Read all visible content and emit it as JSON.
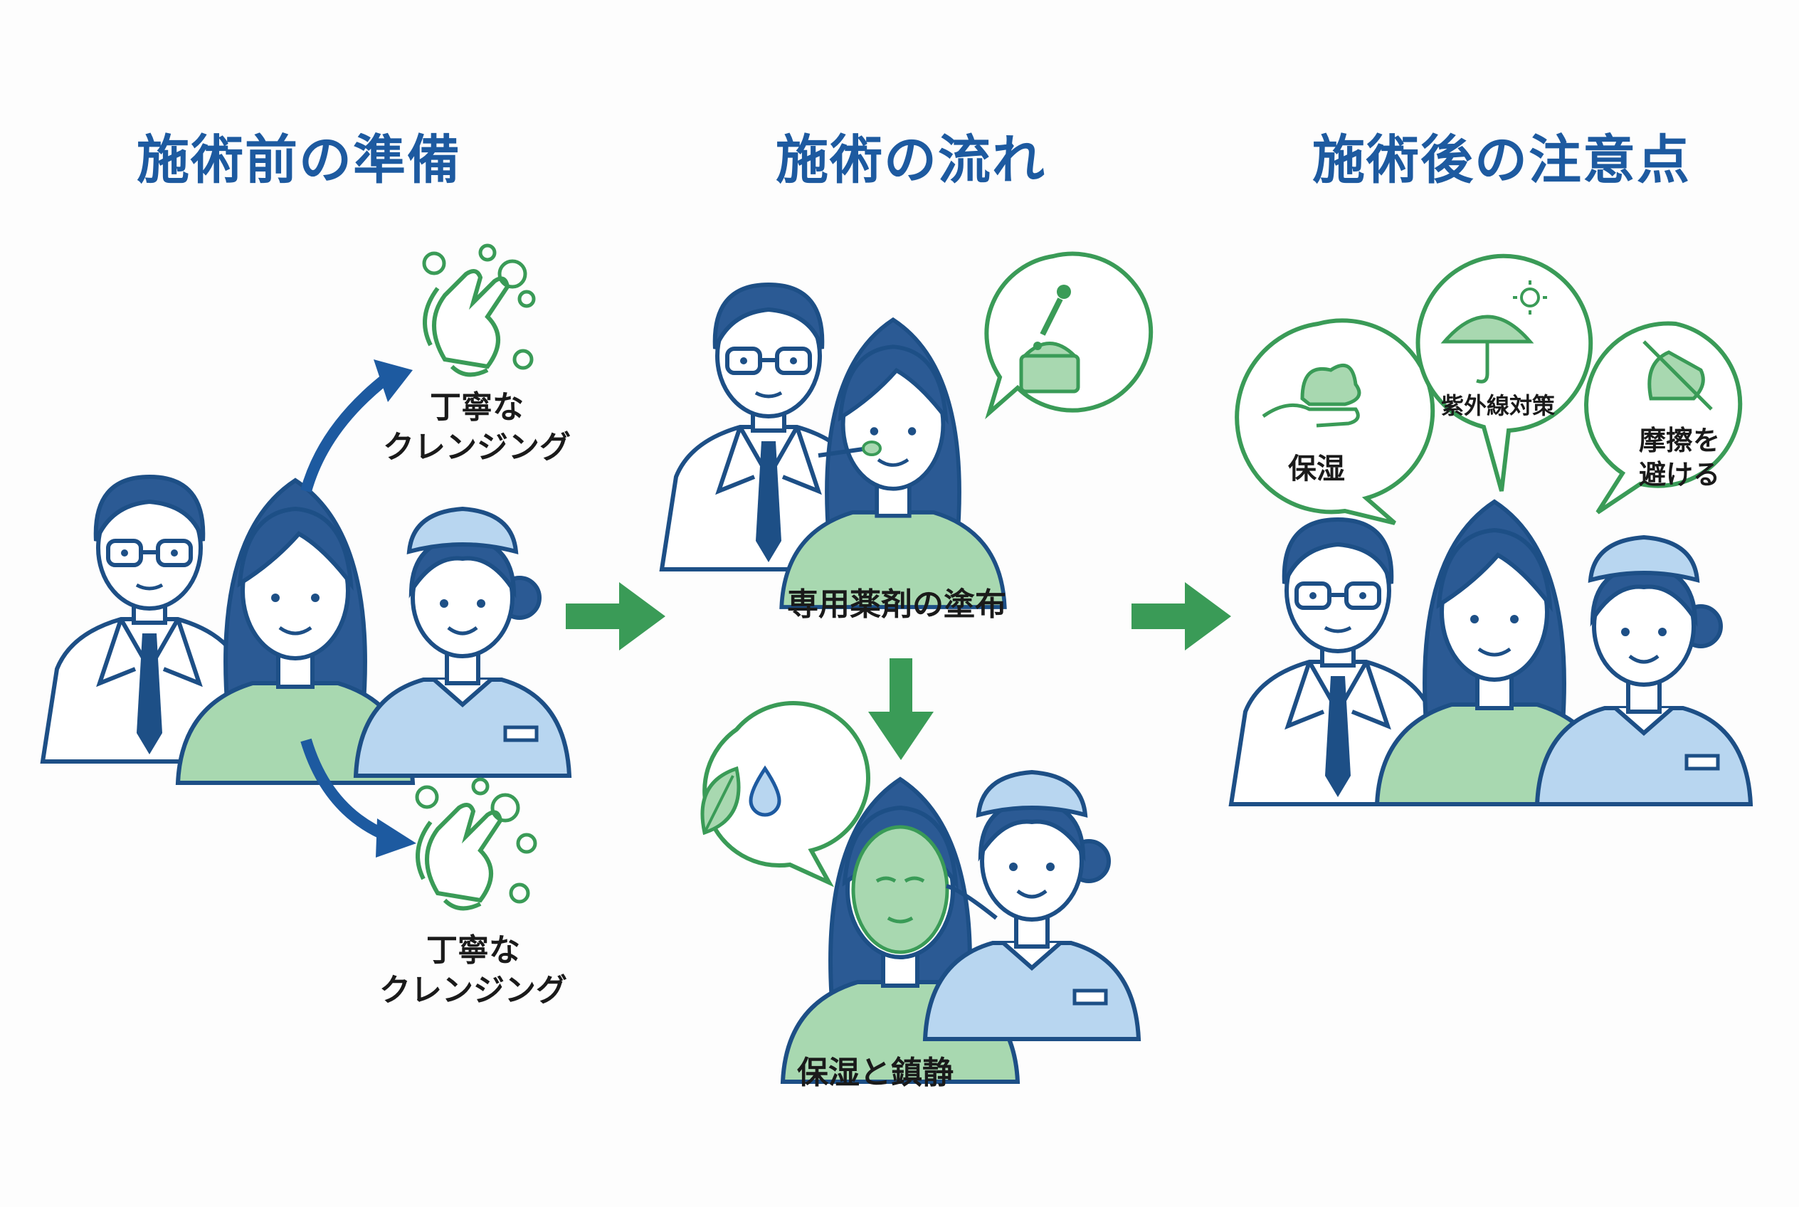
{
  "headings": {
    "before": "施術前の準備",
    "flow": "施術の流れ",
    "after": "施術後の注意点"
  },
  "before": {
    "cleansing_top": "丁寧な\nクレンジング",
    "cleansing_bottom": "丁寧な\nクレンジング"
  },
  "flow": {
    "step1": "専用薬剤の塗布",
    "step2": "保湿と鎮静"
  },
  "after": {
    "bubbles": [
      "保湿",
      "紫外線対策",
      "摩擦を\n避ける"
    ]
  },
  "colors": {
    "blue": "#1d5aa0",
    "green": "#3a9b57",
    "light_green": "#a8d8b0",
    "light_blue": "#b8d6f0",
    "skin": "#ffffff"
  },
  "icons": [
    "soap-hands-icon",
    "dropper-cream-icon",
    "leaf-drop-icon",
    "hand-cream-icon",
    "umbrella-sun-icon",
    "no-rubbing-icon"
  ]
}
